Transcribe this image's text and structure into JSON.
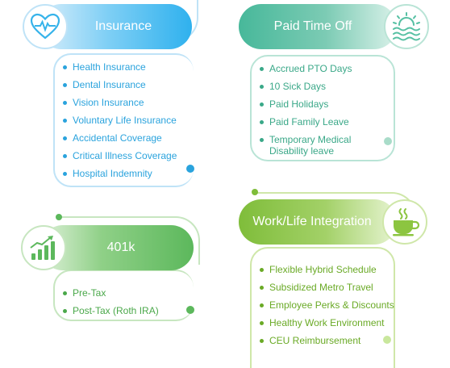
{
  "colors": {
    "insurance": "#2aa3dd",
    "pto": "#3aa888",
    "retirement": "#4aa84a",
    "work_life": "#6aaa26"
  },
  "insurance": {
    "title": "Insurance",
    "icon": "heart-pulse-icon",
    "items": [
      "Health Insurance",
      "Dental Insurance",
      "Vision Insurance",
      "Voluntary Life Insurance",
      "Accidental Coverage",
      "Critical Illness Coverage",
      "Hospital Indemnity"
    ]
  },
  "pto": {
    "title": "Paid Time Off",
    "icon": "sun-waves-icon",
    "items": [
      "Accrued PTO Days",
      "10 Sick Days",
      "Paid Holidays",
      "Paid Family Leave",
      "Temporary Medical Disability leave"
    ]
  },
  "retirement": {
    "title": "401k",
    "icon": "growth-chart-icon",
    "items": [
      "Pre-Tax",
      "Post-Tax (Roth IRA)"
    ]
  },
  "work_life": {
    "title": "Work/Life Integration",
    "icon": "coffee-cup-icon",
    "items": [
      "Flexible Hybrid Schedule",
      "Subsidized Metro Travel",
      "Employee Perks & Discounts",
      "Healthy Work Environment",
      "CEU Reimbursement"
    ]
  }
}
